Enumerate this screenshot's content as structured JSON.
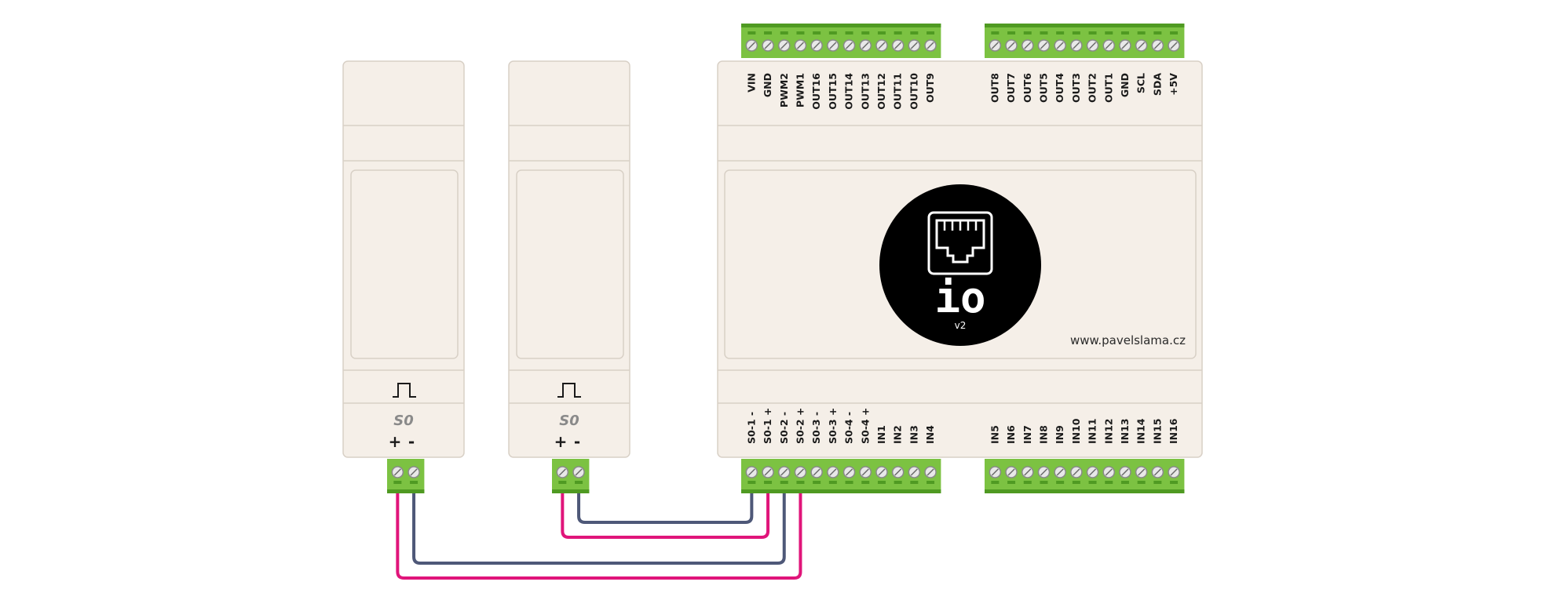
{
  "meter_1": {
    "label": "S0",
    "plus": "+",
    "minus": "-",
    "pulse_icon": "square-pulse-icon"
  },
  "meter_2": {
    "label": "S0",
    "plus": "+",
    "minus": "-",
    "pulse_icon": "square-pulse-icon"
  },
  "io_module": {
    "logo_text": "io",
    "version": "v2",
    "website": "www.pavelslama.cz",
    "logo_icon": "ethernet-port-icon",
    "top_left_labels": [
      "VIN",
      "GND",
      "PWM2",
      "PWM1",
      "OUT16",
      "OUT15",
      "OUT14",
      "OUT13",
      "OUT12",
      "OUT11",
      "OUT10",
      "OUT9"
    ],
    "top_right_labels": [
      "OUT8",
      "OUT7",
      "OUT6",
      "OUT5",
      "OUT4",
      "OUT3",
      "OUT2",
      "OUT1",
      "GND",
      "SCL",
      "SDA",
      "+5V"
    ],
    "bottom_left_labels": [
      "S0-1 -",
      "S0-1 +",
      "S0-2 -",
      "S0-2 +",
      "S0-3 -",
      "S0-3 +",
      "S0-4 -",
      "S0-4 +",
      "IN1",
      "IN2",
      "IN3",
      "IN4"
    ],
    "bottom_right_labels": [
      "IN5",
      "IN6",
      "IN7",
      "IN8",
      "IN9",
      "IN10",
      "IN11",
      "IN12",
      "IN13",
      "IN14",
      "IN15",
      "IN16"
    ]
  },
  "colors": {
    "housing": "#f5efe8",
    "housing_stroke": "#d8d0c6",
    "terminal_green": "#7cc242",
    "terminal_dark": "#4f9a22",
    "wire_plus": "#e0157a",
    "wire_minus": "#4e5878",
    "logo_bg": "#000000"
  }
}
